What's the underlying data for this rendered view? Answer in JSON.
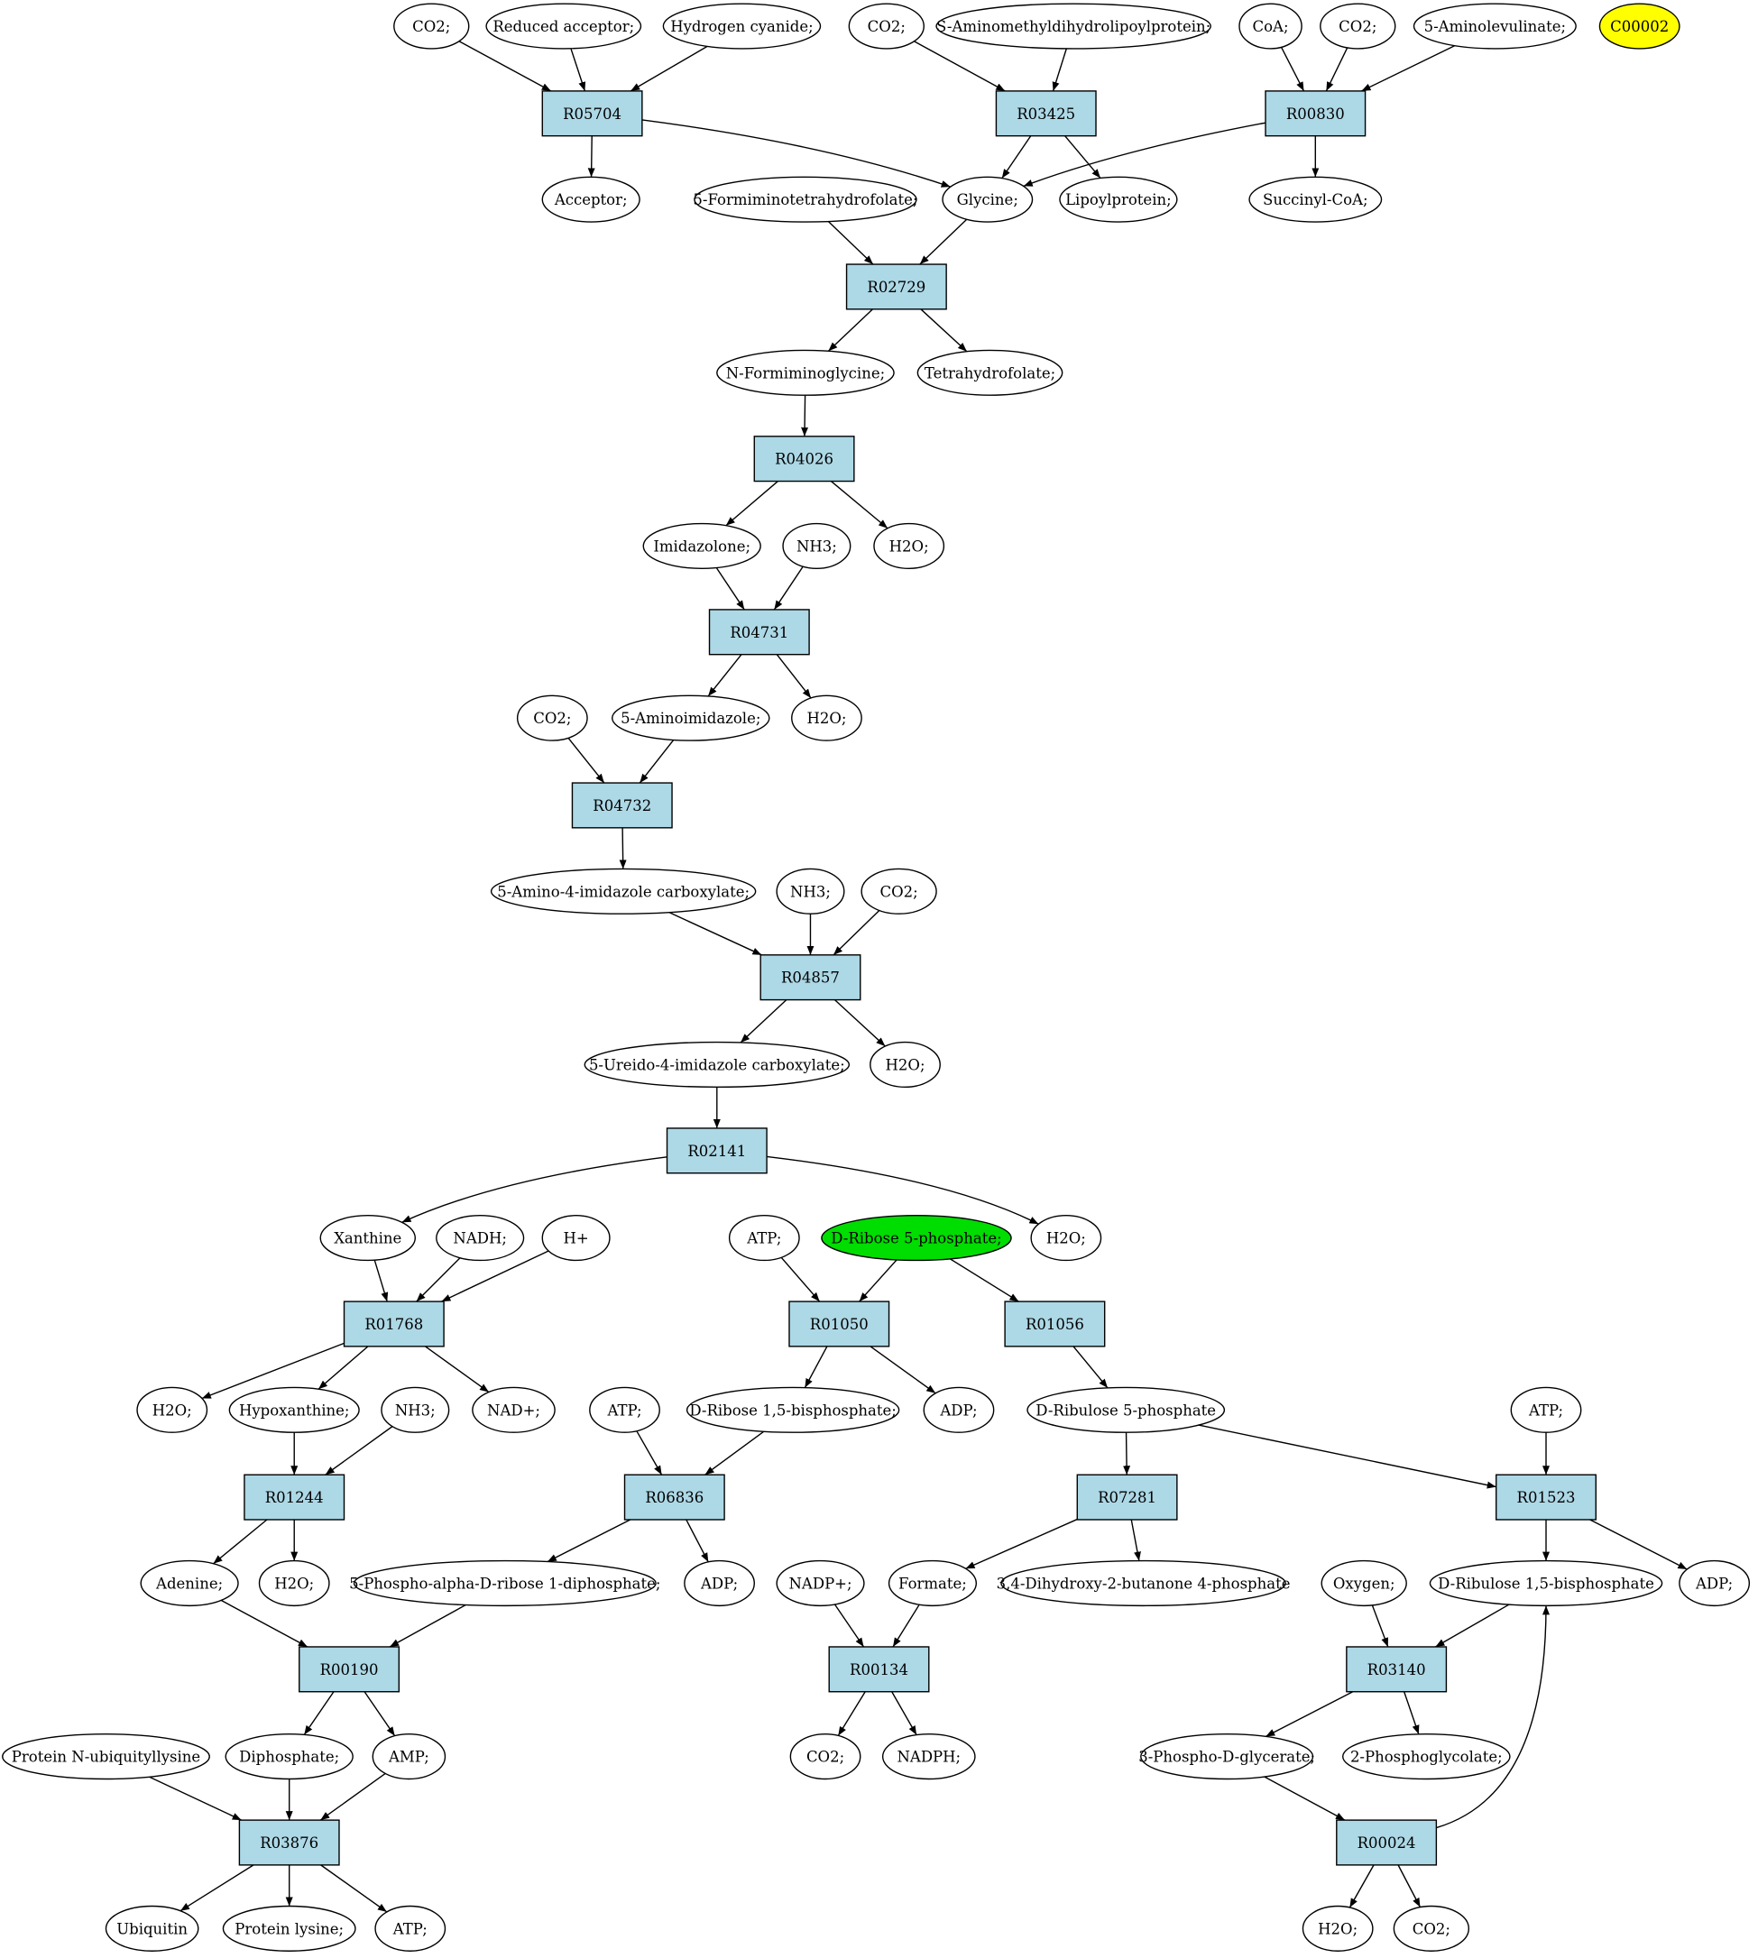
{
  "colors": {
    "reaction_fill": "#add8e6",
    "compound_fill": "#ffffff",
    "start_compound": "#00dd00",
    "target_compound": "#ffff00",
    "stroke": "#000000"
  },
  "reactions": [
    {
      "id": "r05704",
      "label": "R05704"
    },
    {
      "id": "r03425",
      "label": "R03425"
    },
    {
      "id": "r00830",
      "label": "R00830"
    },
    {
      "id": "r02729",
      "label": "R02729"
    },
    {
      "id": "r04026",
      "label": "R04026"
    },
    {
      "id": "r04731",
      "label": "R04731"
    },
    {
      "id": "r04732",
      "label": "R04732"
    },
    {
      "id": "r04857",
      "label": "R04857"
    },
    {
      "id": "r02141",
      "label": "R02141"
    },
    {
      "id": "r01768",
      "label": "R01768"
    },
    {
      "id": "r01050",
      "label": "R01050"
    },
    {
      "id": "r01056",
      "label": "R01056"
    },
    {
      "id": "r01244",
      "label": "R01244"
    },
    {
      "id": "r06836",
      "label": "R06836"
    },
    {
      "id": "r07281",
      "label": "R07281"
    },
    {
      "id": "r01523",
      "label": "R01523"
    },
    {
      "id": "r00190",
      "label": "R00190"
    },
    {
      "id": "r00134",
      "label": "R00134"
    },
    {
      "id": "r03140",
      "label": "R03140"
    },
    {
      "id": "r03876",
      "label": "R03876"
    },
    {
      "id": "r00024",
      "label": "R00024"
    }
  ],
  "compounds": [
    {
      "id": "c_co2_1",
      "label": "CO2;"
    },
    {
      "id": "c_redacc",
      "label": "Reduced acceptor;"
    },
    {
      "id": "c_hcn",
      "label": "Hydrogen cyanide;"
    },
    {
      "id": "c_co2_2",
      "label": "CO2;"
    },
    {
      "id": "c_samdlp",
      "label": "S-Aminomethyldihydrolipoylprotein;"
    },
    {
      "id": "c_coa",
      "label": "CoA;"
    },
    {
      "id": "c_co2_3",
      "label": "CO2;"
    },
    {
      "id": "c_5ala",
      "label": "5-Aminolevulinate;"
    },
    {
      "id": "c_c00002",
      "label": "C00002",
      "highlight": "target"
    },
    {
      "id": "c_acceptor",
      "label": "Acceptor;"
    },
    {
      "id": "c_5fthf",
      "label": "5-Formiminotetrahydrofolate;"
    },
    {
      "id": "c_glycine",
      "label": "Glycine;"
    },
    {
      "id": "c_lipoyl",
      "label": "Lipoylprotein;"
    },
    {
      "id": "c_succoa",
      "label": "Succinyl-CoA;"
    },
    {
      "id": "c_nfg",
      "label": "N-Formiminoglycine;"
    },
    {
      "id": "c_thf",
      "label": "Tetrahydrofolate;"
    },
    {
      "id": "c_imidazolone",
      "label": "Imidazolone;"
    },
    {
      "id": "c_nh3_1",
      "label": "NH3;"
    },
    {
      "id": "c_h2o_1",
      "label": "H2O;"
    },
    {
      "id": "c_co2_4",
      "label": "CO2;"
    },
    {
      "id": "c_5ai",
      "label": "5-Aminoimidazole;"
    },
    {
      "id": "c_h2o_2",
      "label": "H2O;"
    },
    {
      "id": "c_5a4ic",
      "label": "5-Amino-4-imidazole carboxylate;"
    },
    {
      "id": "c_nh3_2",
      "label": "NH3;"
    },
    {
      "id": "c_co2_5",
      "label": "CO2;"
    },
    {
      "id": "c_5u4ic",
      "label": "5-Ureido-4-imidazole carboxylate;"
    },
    {
      "id": "c_h2o_3",
      "label": "H2O;"
    },
    {
      "id": "c_xanthine",
      "label": "Xanthine"
    },
    {
      "id": "c_nadh",
      "label": "NADH;"
    },
    {
      "id": "c_hplus",
      "label": "H+"
    },
    {
      "id": "c_atp_1",
      "label": "ATP;"
    },
    {
      "id": "c_r5p",
      "label": "D-Ribose 5-phosphate;",
      "highlight": "start"
    },
    {
      "id": "c_h2o_4",
      "label": "H2O;"
    },
    {
      "id": "c_h2o_5",
      "label": "H2O;"
    },
    {
      "id": "c_hypox",
      "label": "Hypoxanthine;"
    },
    {
      "id": "c_nh3_3",
      "label": "NH3;"
    },
    {
      "id": "c_nadp",
      "label": "NAD+;"
    },
    {
      "id": "c_atp_2",
      "label": "ATP;"
    },
    {
      "id": "c_r15bp",
      "label": "D-Ribose 1,5-bisphosphate;"
    },
    {
      "id": "c_adp_1",
      "label": "ADP;"
    },
    {
      "id": "c_ru5p",
      "label": "D-Ribulose 5-phosphate"
    },
    {
      "id": "c_atp_3",
      "label": "ATP;"
    },
    {
      "id": "c_adenine",
      "label": "Adenine;"
    },
    {
      "id": "c_h2o_6",
      "label": "H2O;"
    },
    {
      "id": "c_prpp",
      "label": "5-Phospho-alpha-D-ribose 1-diphosphate;"
    },
    {
      "id": "c_adp_2",
      "label": "ADP;"
    },
    {
      "id": "c_nadpplus",
      "label": "NADP+;"
    },
    {
      "id": "c_formate",
      "label": "Formate;"
    },
    {
      "id": "c_dhbp",
      "label": "3,4-Dihydroxy-2-butanone 4-phosphate"
    },
    {
      "id": "c_oxygen",
      "label": "Oxygen;"
    },
    {
      "id": "c_rubp",
      "label": "D-Ribulose 1,5-bisphosphate"
    },
    {
      "id": "c_adp_3",
      "label": "ADP;"
    },
    {
      "id": "c_pnub",
      "label": "Protein N-ubiquityllysine"
    },
    {
      "id": "c_diphos",
      "label": "Diphosphate;"
    },
    {
      "id": "c_amp",
      "label": "AMP;"
    },
    {
      "id": "c_co2_6",
      "label": "CO2;"
    },
    {
      "id": "c_nadph",
      "label": "NADPH;"
    },
    {
      "id": "c_3pg",
      "label": "3-Phospho-D-glycerate;"
    },
    {
      "id": "c_2pgly",
      "label": "2-Phosphoglycolate;"
    },
    {
      "id": "c_ubiquitin",
      "label": "Ubiquitin"
    },
    {
      "id": "c_protlys",
      "label": "Protein lysine;"
    },
    {
      "id": "c_atp_4",
      "label": "ATP;"
    },
    {
      "id": "c_h2o_7",
      "label": "H2O;"
    },
    {
      "id": "c_co2_7",
      "label": "CO2;"
    }
  ]
}
